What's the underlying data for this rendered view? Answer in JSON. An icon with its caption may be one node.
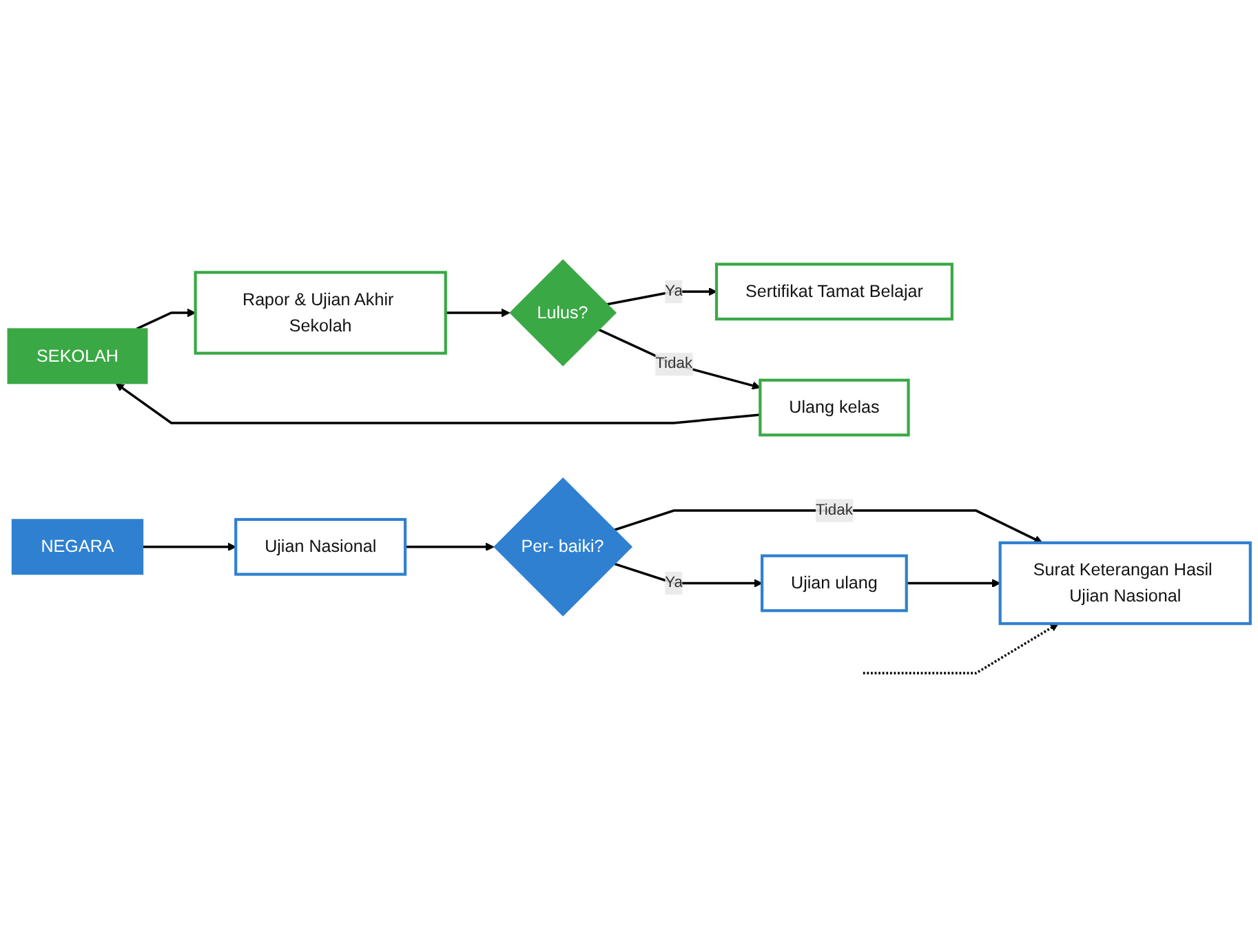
{
  "diagram": {
    "nodes": [
      {
        "text": [
          "SEKOLAH"
        ]
      },
      {
        "text": [
          "Rapor & Ujian Akhir Sekolah"
        ]
      },
      {
        "text": [
          "Lulus?"
        ]
      },
      {
        "text": [
          "Sertifikat Tamat Belajar"
        ]
      },
      {
        "text": [
          "Ulang kelas"
        ]
      },
      {
        "text": [
          "NEGARA"
        ]
      },
      {
        "text": [
          "Ujian Nasional"
        ]
      },
      {
        "text": [
          "Per- baiki?"
        ]
      },
      {
        "text": [
          "Surat Keterangan Hasil Ujian Nasional"
        ]
      },
      {
        "text": [
          "Ujian ulang"
        ]
      }
    ],
    "edges": [
      {
        "from": 0,
        "to": 1,
        "arrow": "to"
      },
      {
        "from": 1,
        "to": 2,
        "arrow": "to"
      },
      {
        "from": 2,
        "to": 3,
        "label": "Ya",
        "arrow": "to"
      },
      {
        "from": 2,
        "to": 4,
        "label": "Tidak",
        "arrow": "to"
      },
      {
        "from": 4,
        "to": 0,
        "arrow": "to"
      },
      {
        "from": 5,
        "to": 6,
        "arrow": "to"
      },
      {
        "from": 6,
        "to": 7,
        "arrow": "to"
      },
      {
        "from": 7,
        "to": 8,
        "label": "Tidak",
        "arrow": "to"
      },
      {
        "from": 7,
        "to": 9,
        "label": "Ya",
        "arrow": "to"
      },
      {
        "from": 9,
        "to": 8,
        "arrow": "to"
      },
      {
        "from": null,
        "to": 8,
        "arrow": "to",
        "style": "dashed"
      }
    ]
  }
}
